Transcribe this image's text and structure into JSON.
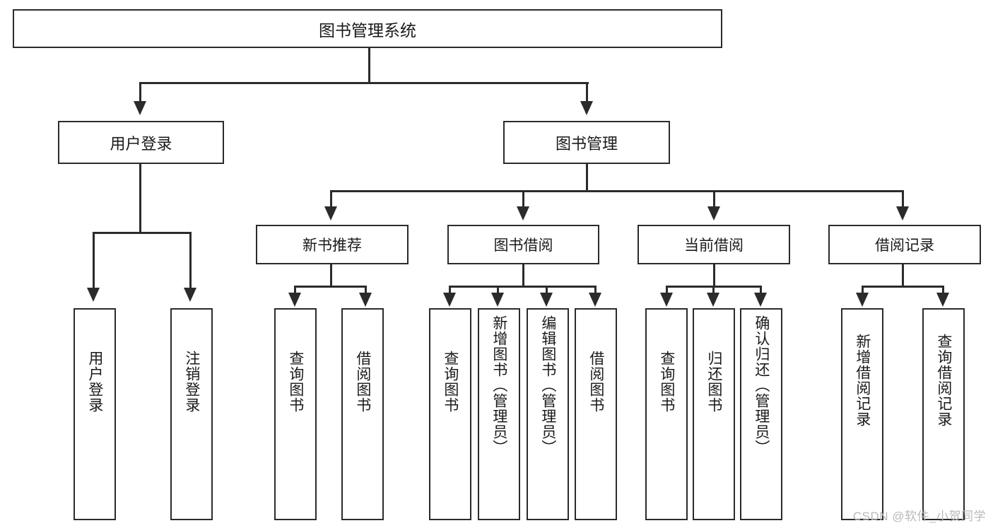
{
  "diagram": {
    "title": "图书管理系统",
    "type": "功能结构图",
    "watermark": "CSDN @软件_小贺同学",
    "nodes": {
      "root": {
        "label": "图书管理系统"
      },
      "level2": [
        {
          "label": "用户登录"
        },
        {
          "label": "图书管理"
        }
      ],
      "level3": [
        {
          "label": "新书推荐"
        },
        {
          "label": "图书借阅"
        },
        {
          "label": "当前借阅"
        },
        {
          "label": "借阅记录"
        }
      ],
      "leaves": {
        "user_login": [
          {
            "label": "用户登录"
          },
          {
            "label": "注销登录"
          }
        ],
        "new_book_recommend": [
          {
            "label": "查询图书"
          },
          {
            "label": "借阅图书"
          }
        ],
        "book_borrow": [
          {
            "label": "查询图书"
          },
          {
            "label": "新增图书（管理员）"
          },
          {
            "label": "编辑图书（管理员）"
          },
          {
            "label": "借阅图书"
          }
        ],
        "current_borrow": [
          {
            "label": "查询图书"
          },
          {
            "label": "归还图书"
          },
          {
            "label": "确认归还（管理员）"
          }
        ],
        "borrow_record": [
          {
            "label": "新增借阅记录"
          },
          {
            "label": "查询借阅记录"
          }
        ]
      }
    },
    "colors": {
      "stroke": "#2b2b2b",
      "fill": "#ffffff",
      "text": "#1a1a1a",
      "watermark": "#b9b9b9"
    }
  }
}
